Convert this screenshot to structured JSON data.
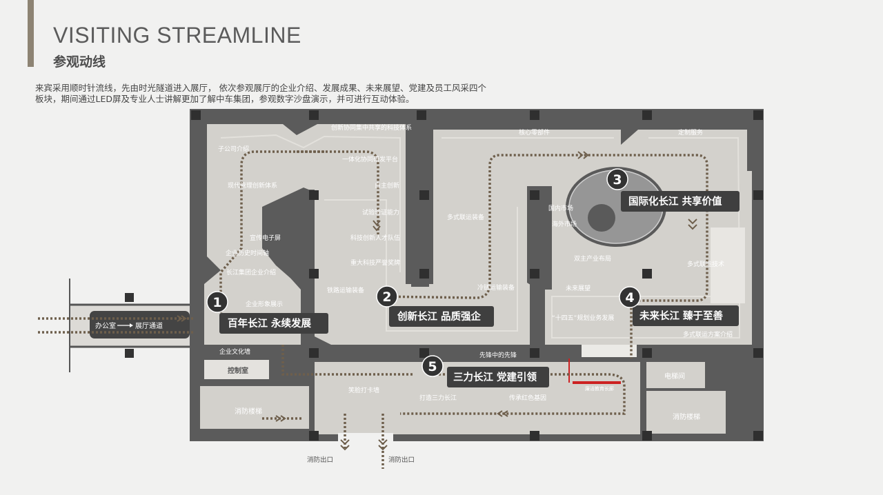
{
  "header": {
    "title_en": "VISITING STREAMLINE",
    "title_cn": "参观动线",
    "description_line1": "来宾采用顺时针流线，先由时光隧道进入展厅， 依次参观展厅的企业介绍、发展成果、未来展望、党建及员工风采四个",
    "description_line2": "板块，期间通过LED屏及专业人士讲解更加了解中车集团，参观数字沙盘演示，并可进行互动体验。"
  },
  "entrance": {
    "from": "办公室",
    "to": "展厅通道"
  },
  "sections": [
    {
      "number": "1",
      "title": "百年长江  永续发展"
    },
    {
      "number": "2",
      "title": "创新长江  品质强企"
    },
    {
      "number": "3",
      "title": "国际化长江  共享价值"
    },
    {
      "number": "4",
      "title": "未来长江  臻于至善"
    },
    {
      "number": "5",
      "title": "三力长江  党建引领"
    }
  ],
  "exhibit_labels": {
    "innovation_system": "创新协同集中共享的科技体系",
    "subsidiary": "子公司介绍",
    "rd_platform": "一体化协同研发平台",
    "modern_mgmt": "现代管理创新体系",
    "independent_innov": "自主创新",
    "testing": "试验验证能力",
    "multimodal_transport": "多式联运装备",
    "propaganda_film": "宣传电子屏",
    "tech_team": "科技创新人才队伍",
    "history_timeline": "企业历史时间轴",
    "major_awards": "重大科技严誉奖牌",
    "group_intro": "长江集团企业介绍",
    "railway_equipment": "铁路运输装备",
    "cold_chain": "冷链运输装备",
    "image_display": "企业形象展示",
    "core_parts": "核心零部件",
    "custom_service": "定制服务",
    "domestic_market": "国内市场",
    "overseas_market": "海外市场",
    "dual_layout": "双主产业布局",
    "multimodal_bus": "多式联运技术",
    "future_outlook": "未来展望",
    "five_year_plan": "“十四五”规划业务发展",
    "multimodal_solution": "多式联运方案介绍",
    "culture_wall": "企业文化墙",
    "vanguard": "先锋中的先锋",
    "smile_checkin": "笑脸打卡墙",
    "build_sanli": "打造三力长江",
    "red_gene": "传承红色基因",
    "ethics": "廉洁教育长廊"
  },
  "rooms": {
    "control_room": "控制室",
    "fire_stair_left": "消防楼梯",
    "fire_stair_right": "消防楼梯",
    "elevator": "电梯间",
    "fire_exit_1": "消防出口",
    "fire_exit_2": "消防出口"
  },
  "colors": {
    "accent": "#8d8373",
    "wall": "#5a5a5a",
    "floor": "#d4d2cd",
    "path": "#6e5f4c",
    "label_box": "#3f3f3f",
    "marker": "#333333",
    "red_line": "#cc2222"
  }
}
